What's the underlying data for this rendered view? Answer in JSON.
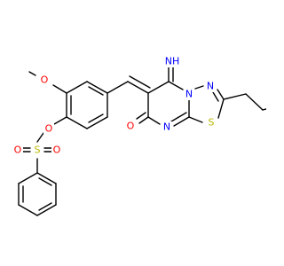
{
  "molecule": {
    "colors": {
      "bond": "#000000",
      "N": "#0000ff",
      "O": "#ff0000",
      "S": "#b8b800"
    },
    "atoms": {
      "imine_nh": {
        "text": "NH",
        "element": "N"
      },
      "ring_n_bridge": {
        "text": "N",
        "element": "N"
      },
      "ring_n_thiadiazole": {
        "text": "N",
        "element": "N"
      },
      "ring_n_pyrimidine": {
        "text": "N",
        "element": "N"
      },
      "thiadiazole_s": {
        "text": "S",
        "element": "S"
      },
      "carbonyl_o": {
        "text": "O",
        "element": "O"
      },
      "methoxy_o": {
        "text": "O",
        "element": "O"
      },
      "ester_o": {
        "text": "O",
        "element": "O"
      },
      "sulfonyl_s": {
        "text": "S",
        "element": "S"
      },
      "sulfonyl_o_left": {
        "text": "O",
        "element": "O"
      },
      "sulfonyl_o_right": {
        "text": "O",
        "element": "O"
      }
    }
  }
}
